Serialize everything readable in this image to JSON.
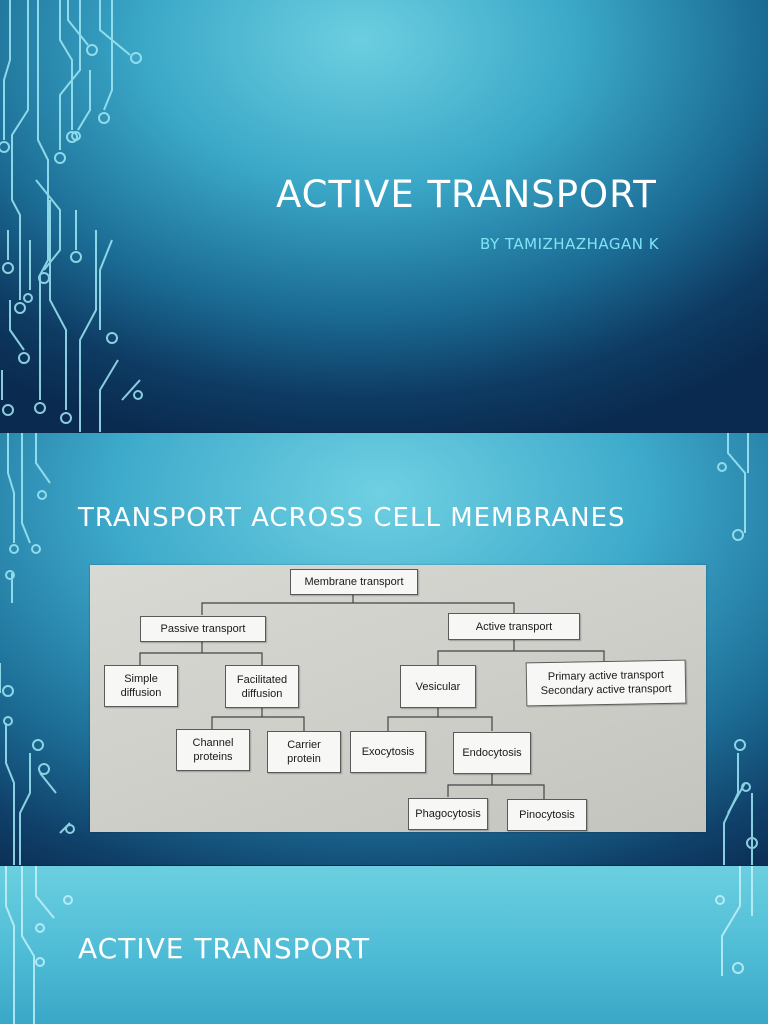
{
  "slide1": {
    "title": "ACTIVE TRANSPORT",
    "subtitle": "BY TAMIZHAZHAGAN K"
  },
  "slide2": {
    "title": "TRANSPORT ACROSS CELL MEMBRANES",
    "diagram": {
      "membrane_transport": "Membrane transport",
      "passive_transport": "Passive transport",
      "active_transport": "Active transport",
      "simple_diffusion_1": "Simple",
      "simple_diffusion_2": "diffusion",
      "facilitated_diffusion_1": "Facilitated",
      "facilitated_diffusion_2": "diffusion",
      "vesicular": "Vesicular",
      "primary_active": "Primary active transport",
      "secondary_active": "Secondary active transport",
      "channel_proteins_1": "Channel",
      "channel_proteins_2": "proteins",
      "carrier_protein_1": "Carrier",
      "carrier_protein_2": "protein",
      "exocytosis": "Exocytosis",
      "endocytosis": "Endocytosis",
      "phagocytosis": "Phagocytosis",
      "pinocytosis": "Pinocytosis"
    }
  },
  "slide3": {
    "title": "ACTIVE TRANSPORT"
  },
  "colors": {
    "subtitle": "#7fe3f5",
    "circuit": "#9fe9f6"
  },
  "icons": [
    "circuit-decoration"
  ]
}
